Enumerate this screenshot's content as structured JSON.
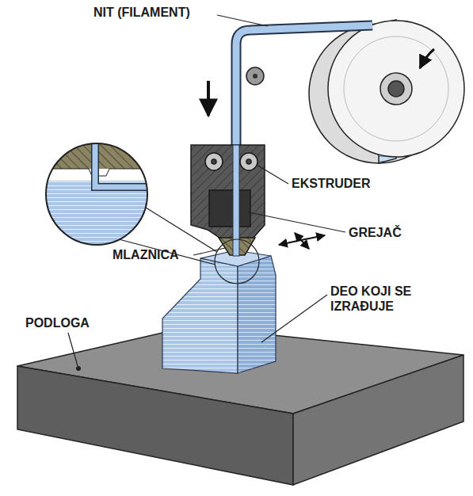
{
  "diagram": {
    "labels": [
      "NIT (FILAMENT)",
      "EKSTRUDER",
      "GREJAČ",
      "MLAZNICA",
      "DEO KOJI SE IZRAĐUJE",
      "PODLOGA"
    ]
  }
}
